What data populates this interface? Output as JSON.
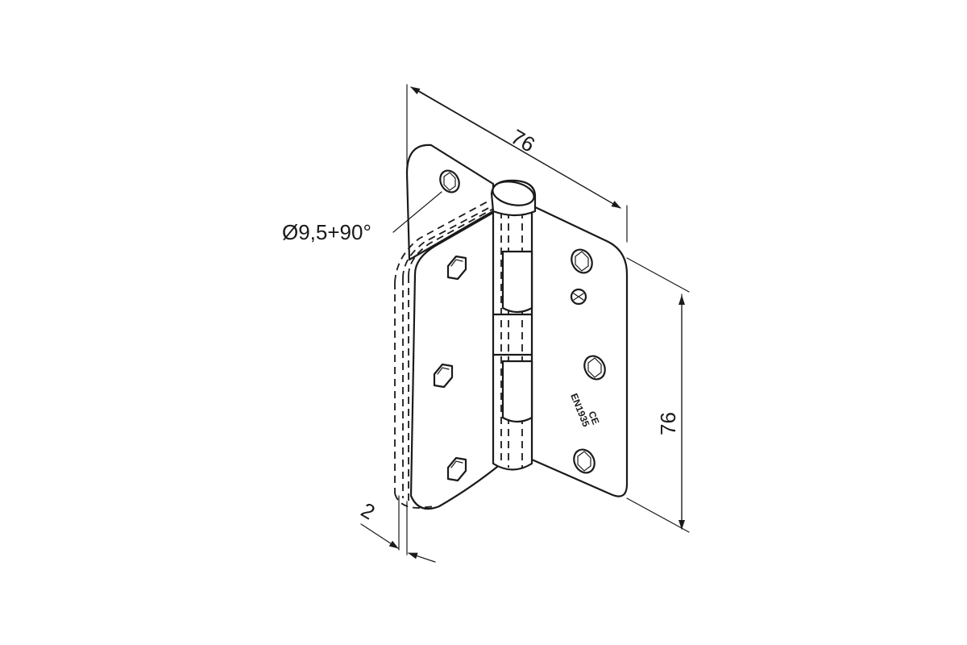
{
  "dimensions": {
    "width": "76",
    "height": "76",
    "thickness": "2",
    "hole": "Ø9,5+90°"
  },
  "markings": {
    "standard": "EN1935",
    "ce": "CE"
  },
  "colors": {
    "line": "#1a1a1a",
    "background": "#ffffff"
  }
}
